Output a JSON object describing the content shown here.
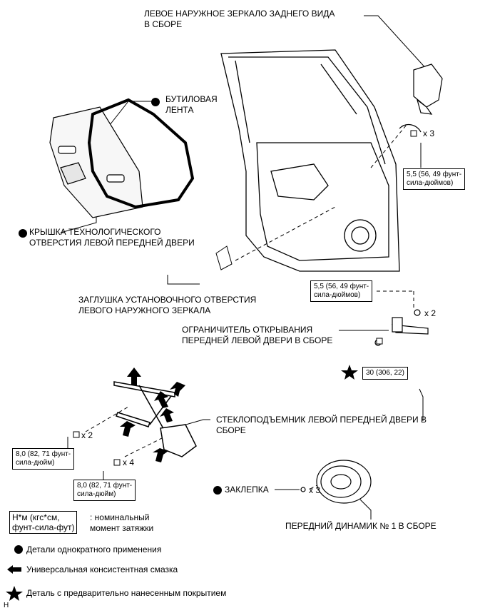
{
  "labels": {
    "mirror": [
      "ЛЕВОЕ НАРУЖНОЕ ЗЕРКАЛО ЗАДНЕГО ВИДА",
      "В СБОРЕ"
    ],
    "tape": [
      "БУТИЛОВАЯ",
      "ЛЕНТА"
    ],
    "cover": [
      "КРЫШКА ТЕХНОЛОГИЧЕСКОГО",
      "ОТВЕРСТИЯ ЛЕВОЙ ПЕРЕДНЕЙ ДВЕРИ"
    ],
    "plug": [
      "ЗАГЛУШКА УСТАНОВОЧНОГО ОТВЕРСТИЯ",
      "ЛЕВОГО НАРУЖНОГО ЗЕРКАЛА"
    ],
    "check": [
      "ОГРАНИЧИТЕЛЬ ОТКРЫВАНИЯ",
      "ПЕРЕДНЕЙ ЛЕВОЙ ДВЕРИ В СБОРЕ"
    ],
    "regulator": [
      "СТЕКЛОПОДЪЕМНИК ЛЕВОЙ ПЕРЕДНЕЙ ДВЕРИ В",
      "СБОРЕ"
    ],
    "rivet": "ЗАКЛЕПКА",
    "speaker": "ПЕРЕДНИЙ ДИНАМИК № 1 В СБОРЕ"
  },
  "torque": {
    "mirror": [
      "5,5 (56, 49 фунт-",
      "сила-дюймов)"
    ],
    "check_upper": [
      "5,5 (56, 49 фунт-",
      "сила-дюймов)"
    ],
    "check_lower": "30 (306, 22)",
    "reg_left": [
      "8,0 (82, 71 фунт-",
      "сила-дюйм)"
    ],
    "reg_right": [
      "8,0 (82, 71 фунт-",
      "сила-дюйм)"
    ]
  },
  "counts": {
    "mirror": "x 3",
    "check": "x 2",
    "reg_left": "x 2",
    "reg_right": "x 4",
    "rivet": "x 3"
  },
  "legend": {
    "unit_box": [
      "Н*м (кгс*см,",
      "фунт-сила-фут)"
    ],
    "unit_desc": [
      ": номинальный",
      "момент затяжки"
    ],
    "nonreusable": "Детали однократного применения",
    "grease": "Универсальная консистентная смазка",
    "precoated": "Деталь с предварительно нанесенным покрытием"
  },
  "footer": "Н"
}
